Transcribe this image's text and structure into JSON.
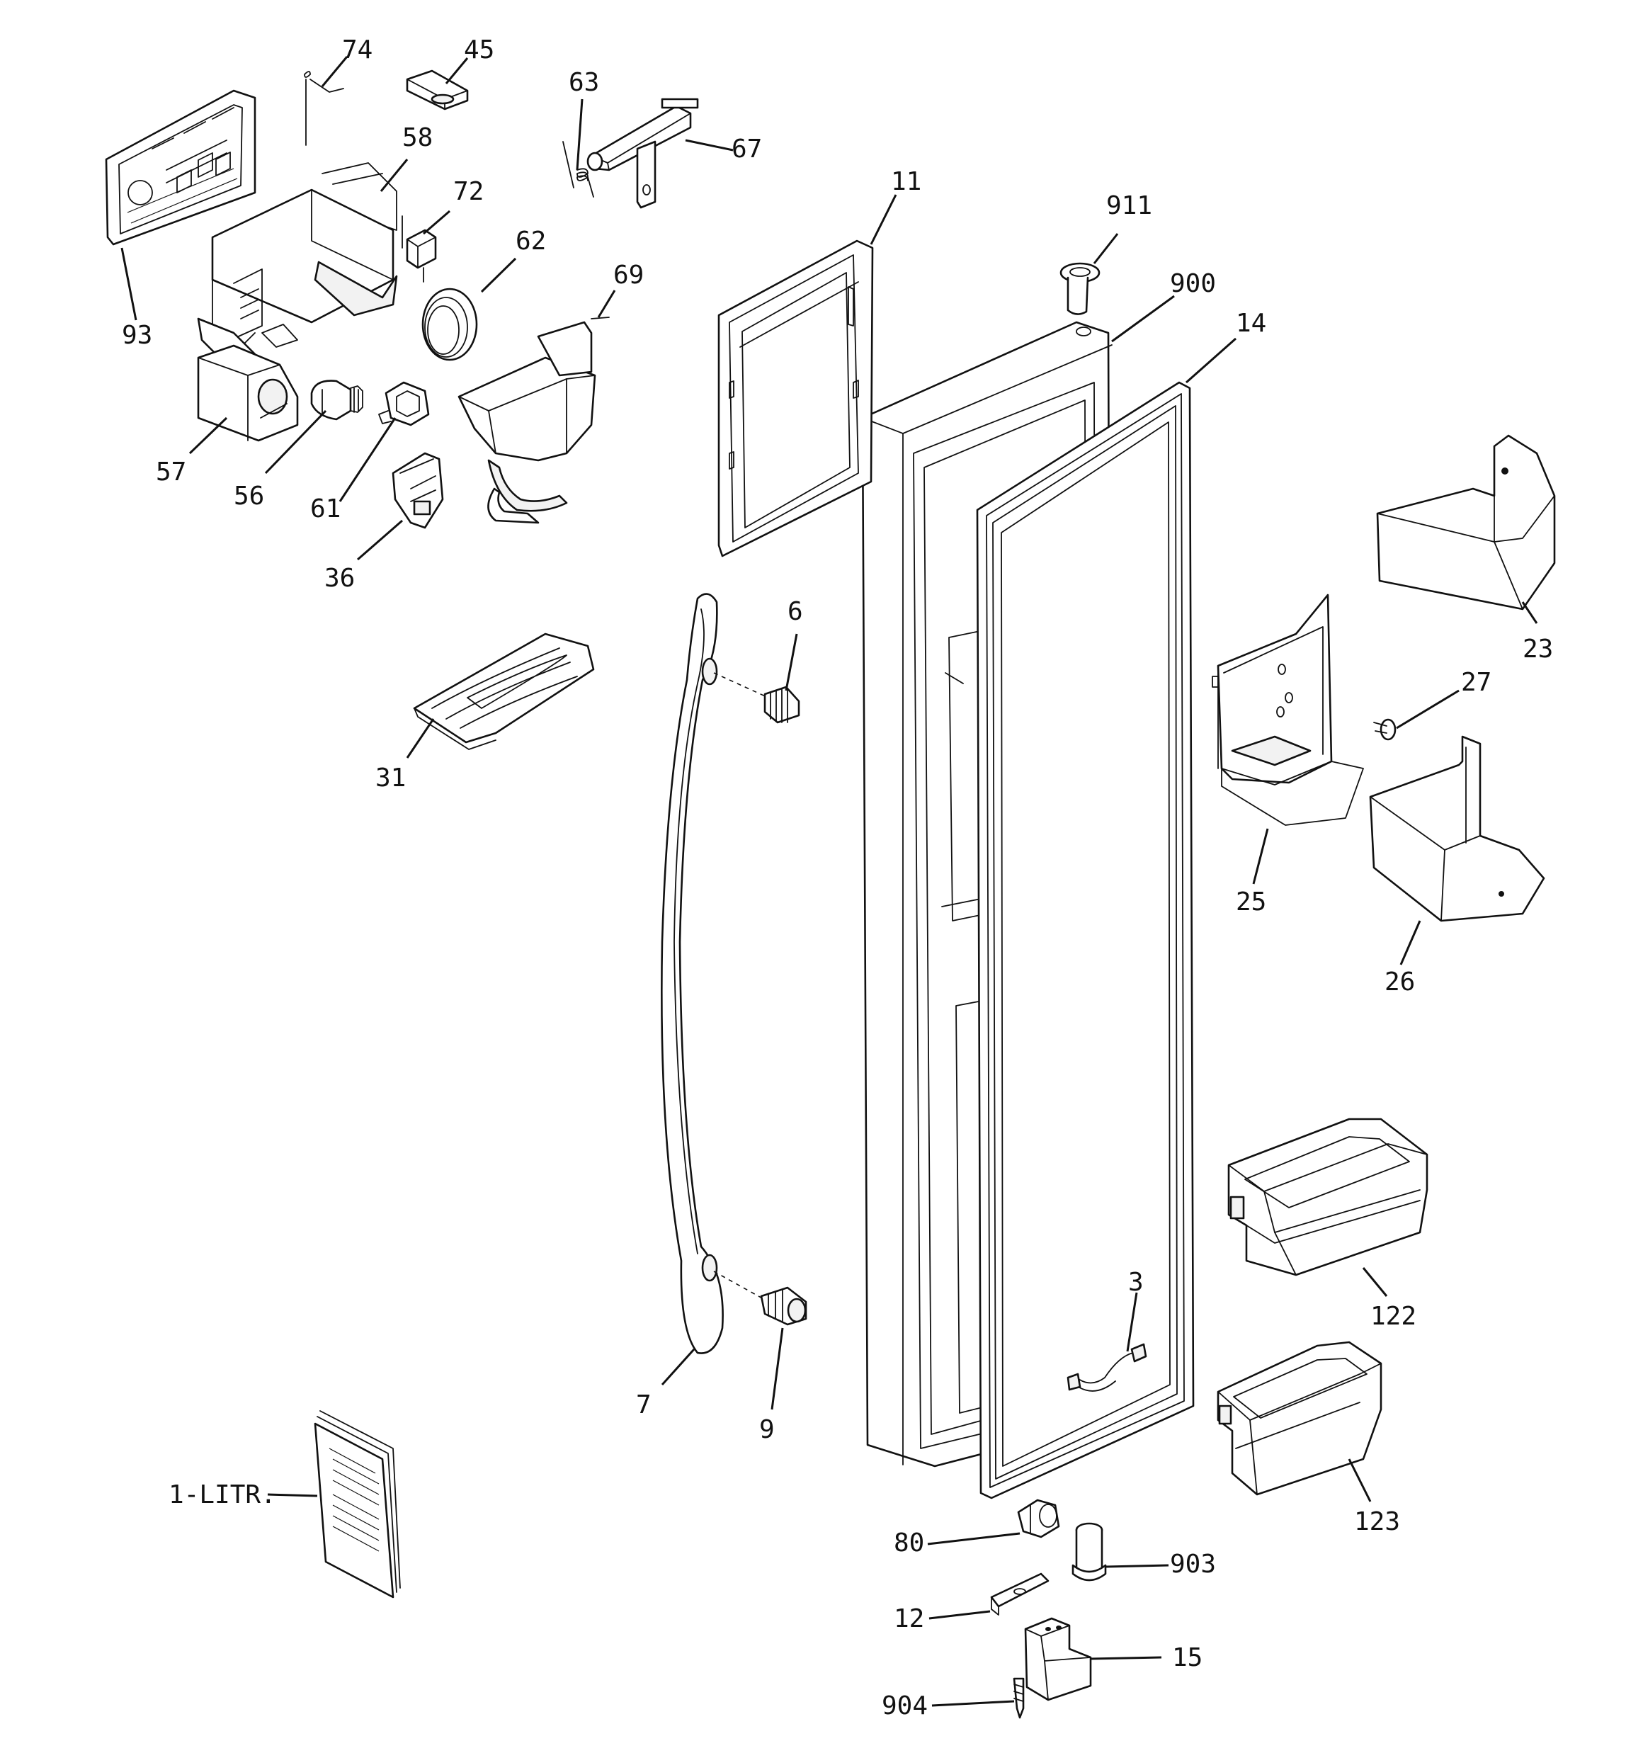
{
  "callouts": [
    {
      "id": "p74",
      "text": "74"
    },
    {
      "id": "p45",
      "text": "45"
    },
    {
      "id": "p63",
      "text": "63"
    },
    {
      "id": "p67",
      "text": "67"
    },
    {
      "id": "p58",
      "text": "58"
    },
    {
      "id": "p72",
      "text": "72"
    },
    {
      "id": "p62",
      "text": "62"
    },
    {
      "id": "p69",
      "text": "69"
    },
    {
      "id": "p93",
      "text": "93"
    },
    {
      "id": "p57",
      "text": "57"
    },
    {
      "id": "p56",
      "text": "56"
    },
    {
      "id": "p61",
      "text": "61"
    },
    {
      "id": "p36",
      "text": "36"
    },
    {
      "id": "p11",
      "text": "11"
    },
    {
      "id": "p911",
      "text": "911"
    },
    {
      "id": "p900",
      "text": "900"
    },
    {
      "id": "p14",
      "text": "14"
    },
    {
      "id": "p23",
      "text": "23"
    },
    {
      "id": "p27",
      "text": "27"
    },
    {
      "id": "p25",
      "text": "25"
    },
    {
      "id": "p26",
      "text": "26"
    },
    {
      "id": "p6",
      "text": "6"
    },
    {
      "id": "p31",
      "text": "31"
    },
    {
      "id": "p7",
      "text": "7"
    },
    {
      "id": "p9",
      "text": "9"
    },
    {
      "id": "p3",
      "text": "3"
    },
    {
      "id": "p122",
      "text": "122"
    },
    {
      "id": "p123",
      "text": "123"
    },
    {
      "id": "p1litr",
      "text": "1-LITR."
    },
    {
      "id": "p80",
      "text": "80"
    },
    {
      "id": "p903",
      "text": "903"
    },
    {
      "id": "p12",
      "text": "12"
    },
    {
      "id": "p15",
      "text": "15"
    },
    {
      "id": "p904",
      "text": "904"
    }
  ]
}
